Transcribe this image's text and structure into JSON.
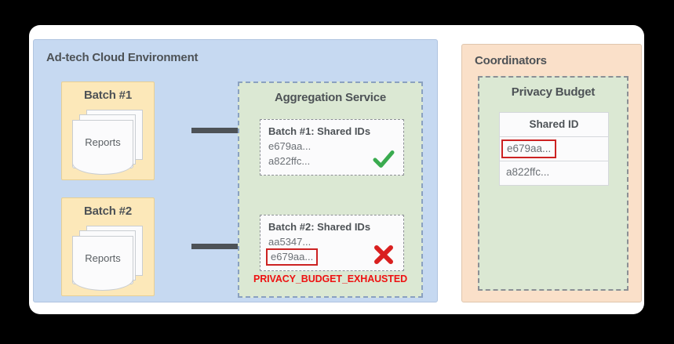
{
  "diagram": {
    "adtech": {
      "title": "Ad-tech Cloud Environment",
      "panel_color": "#c6d9f1",
      "batches": [
        {
          "label": "Batch #1",
          "docs_label": "Reports"
        },
        {
          "label": "Batch #2",
          "docs_label": "Reports"
        }
      ],
      "aggregation": {
        "title": "Aggregation Service",
        "panel_color": "#dbe8d3",
        "cards": [
          {
            "title": "Batch #1: Shared IDs",
            "ids": [
              "e679aa...",
              "a822ffc..."
            ],
            "flagged_id": null,
            "status": "success",
            "status_icon": "check-icon",
            "status_color": "#3aab4f"
          },
          {
            "title": "Batch #2: Shared IDs",
            "ids": [
              "aa5347..."
            ],
            "flagged_id": "e679aa...",
            "status": "failure",
            "status_icon": "x-icon",
            "status_color": "#d91f1f"
          }
        ],
        "error_message": "PRIVACY_BUDGET_EXHAUSTED",
        "error_color": "#ee1111"
      }
    },
    "coordinators": {
      "title": "Coordinators",
      "panel_color": "#fae0c9",
      "privacy_budget": {
        "title": "Privacy Budget",
        "table": {
          "header": "Shared ID",
          "rows": [
            {
              "value": "e679aa...",
              "flagged": true
            },
            {
              "value": "a822ffc...",
              "flagged": false
            }
          ],
          "flag_color": "#cc2222"
        }
      }
    }
  }
}
